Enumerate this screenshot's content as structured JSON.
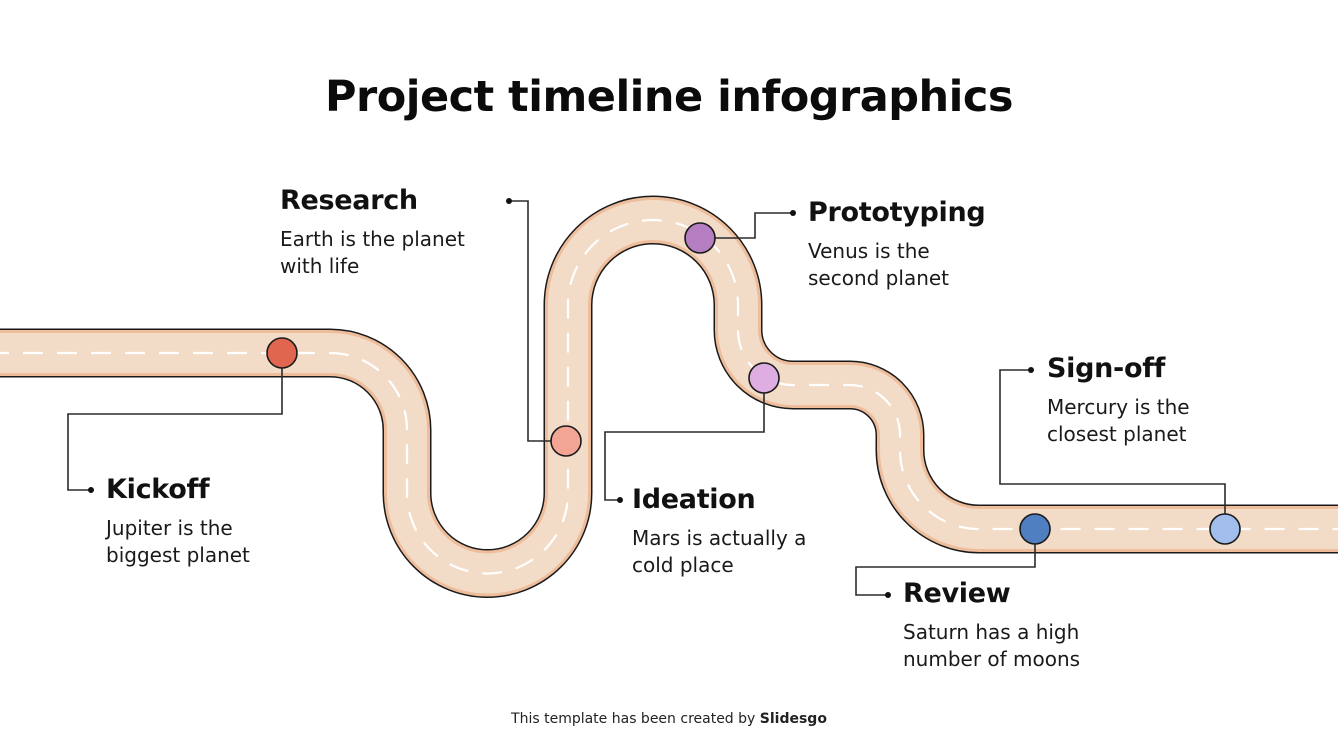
{
  "title": "Project timeline infographics",
  "milestones": [
    {
      "id": "kickoff",
      "title": "Kickoff",
      "desc_line1": "Jupiter is the",
      "desc_line2": "biggest planet",
      "color": "#e06650"
    },
    {
      "id": "research",
      "title": "Research",
      "desc_line1": "Earth is the planet",
      "desc_line2": "with life",
      "color": "#f2a595"
    },
    {
      "id": "prototyping",
      "title": "Prototyping",
      "desc_line1": "Venus is the",
      "desc_line2": "second planet",
      "color": "#b57ec0"
    },
    {
      "id": "ideation",
      "title": "Ideation",
      "desc_line1": "Mars is actually a",
      "desc_line2": "cold place",
      "color": "#deaee3"
    },
    {
      "id": "review",
      "title": "Review",
      "desc_line1": "Saturn has a high",
      "desc_line2": "number of moons",
      "color": "#4f7fc0"
    },
    {
      "id": "sign-off",
      "title": "Sign-off",
      "desc_line1": "Mercury is the",
      "desc_line2": "closest planet",
      "color": "#a0bdec"
    }
  ],
  "road": {
    "fill": "#f3dcc7",
    "edge": "#eebd9b",
    "outline": "#1a1a1a",
    "dash": "#ffffff"
  },
  "footer": {
    "prefix": "This template has been created by ",
    "brand": "Slidesgo"
  }
}
